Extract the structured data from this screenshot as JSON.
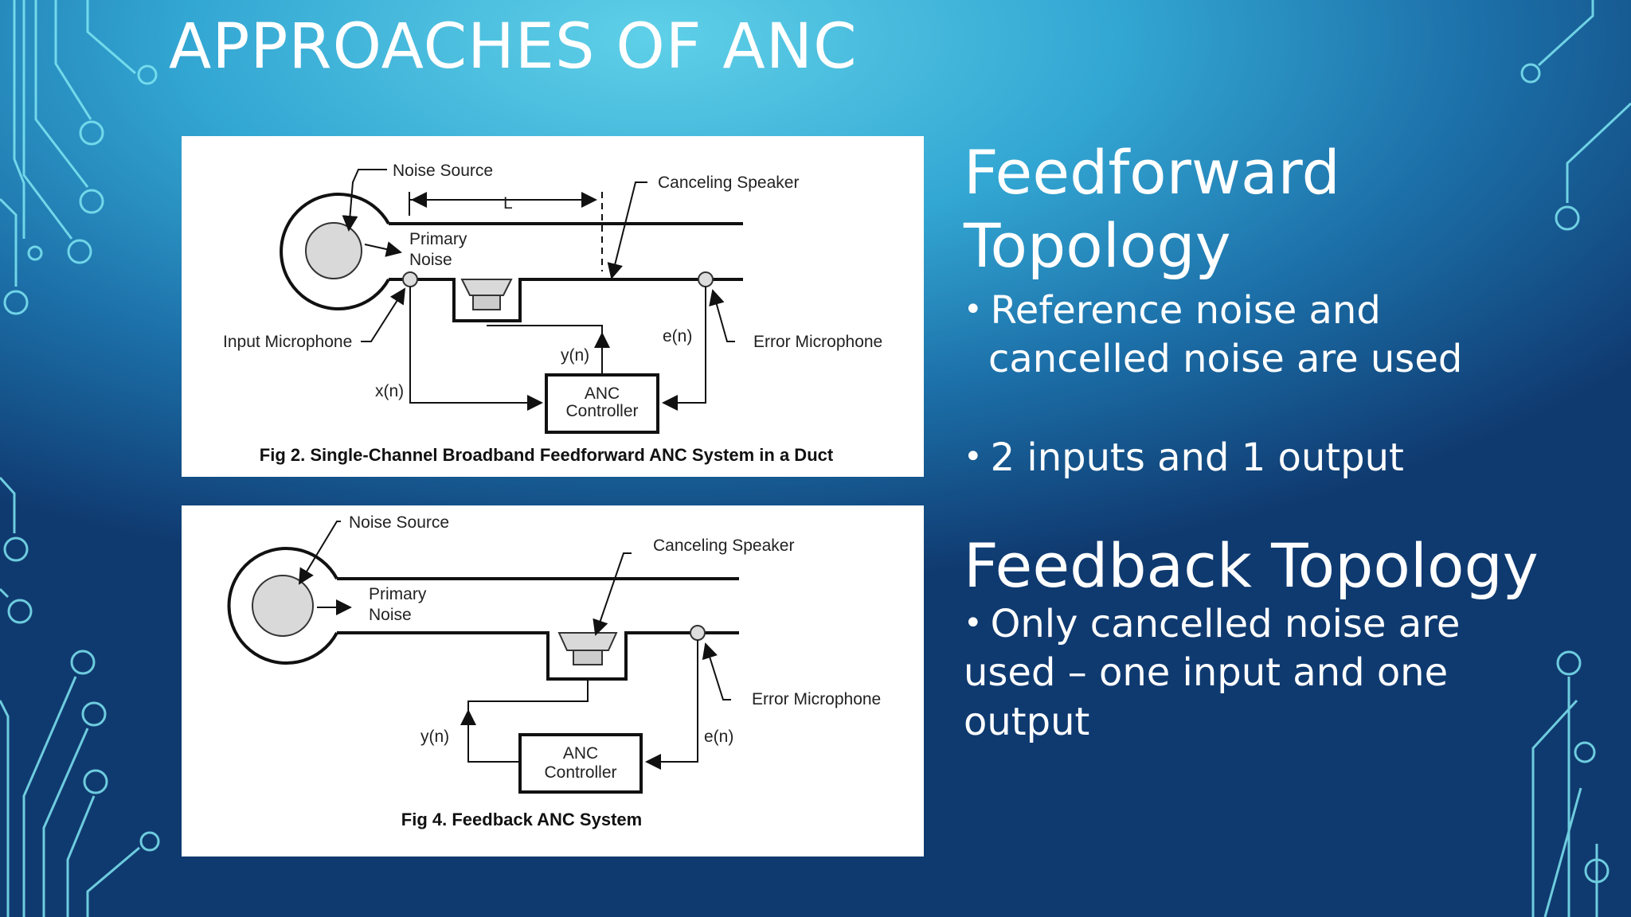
{
  "slide": {
    "title": "APPROACHES OF ANC"
  },
  "figure_feedforward": {
    "noise_source": "Noise Source",
    "length_label": "L",
    "canceling_speaker": "Canceling Speaker",
    "primary_noise_line1": "Primary",
    "primary_noise_line2": "Noise",
    "input_microphone": "Input Microphone",
    "error_microphone": "Error Microphone",
    "e_signal": "e(n)",
    "y_signal": "y(n)",
    "x_signal": "x(n)",
    "controller_line1": "ANC",
    "controller_line2": "Controller",
    "caption": "Fig 2. Single-Channel Broadband Feedforward ANC System in a Duct"
  },
  "figure_feedback": {
    "noise_source": "Noise Source",
    "canceling_speaker": "Canceling Speaker",
    "primary_noise_line1": "Primary",
    "primary_noise_line2": "Noise",
    "error_microphone": "Error Microphone",
    "y_signal": "y(n)",
    "e_signal": "e(n)",
    "controller_line1": "ANC",
    "controller_line2": "Controller",
    "caption": "Fig 4. Feedback ANC System"
  },
  "feedforward": {
    "heading_line1": "Feedforward",
    "heading_line2": "Topology",
    "bullet1_line1": "Reference noise and",
    "bullet1_line2": "cancelled noise are used",
    "bullet2": "2 inputs and 1 output"
  },
  "feedback": {
    "heading": "Feedback Topology",
    "bullet1_line1": "Only cancelled noise are",
    "bullet1_line2": "used – one input and one",
    "bullet1_line3": "output"
  },
  "colors": {
    "circuit_line": "#7fe6f2",
    "text": "#ffffff"
  }
}
